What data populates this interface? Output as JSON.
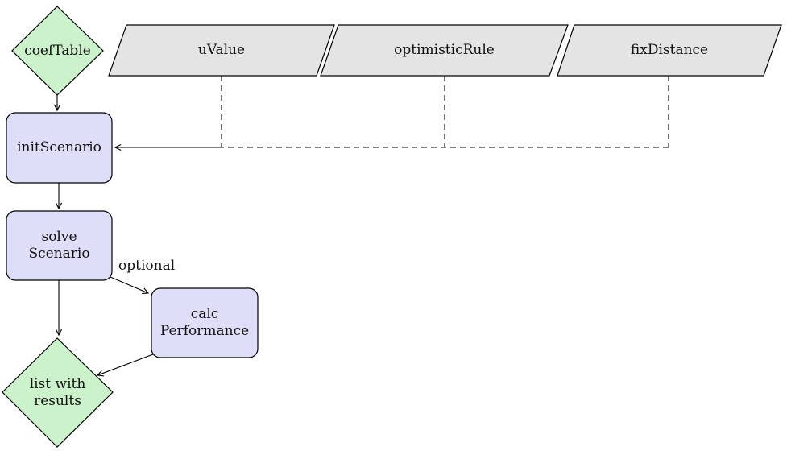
{
  "diagram": {
    "type": "flowchart",
    "colors": {
      "data_fill": "#ccf2cc",
      "process_fill": "#dedef8",
      "input_fill": "#e4e4e4",
      "line": "#000000",
      "background": "#ffffff"
    },
    "nodes": {
      "coef_table": {
        "shape": "diamond",
        "label": "coefTable"
      },
      "u_value": {
        "shape": "parallelogram",
        "label": "uValue"
      },
      "optimistic_rule": {
        "shape": "parallelogram",
        "label": "optimisticRule"
      },
      "fix_distance": {
        "shape": "parallelogram",
        "label": "fixDistance"
      },
      "init_scenario": {
        "shape": "rounded-rect",
        "label": "initScenario"
      },
      "solve_scenario": {
        "shape": "rounded-rect",
        "lines": [
          "solve",
          "Scenario"
        ]
      },
      "calc_performance": {
        "shape": "rounded-rect",
        "lines": [
          "calc",
          "Performance"
        ]
      },
      "results": {
        "shape": "diamond",
        "lines": [
          "list with",
          "results"
        ]
      }
    },
    "edge_labels": {
      "optional": "optional"
    },
    "edges": [
      {
        "from": "coefTable",
        "to": "initScenario",
        "style": "solid-arrow"
      },
      {
        "from": "uValue",
        "to": "initScenario",
        "style": "dashed"
      },
      {
        "from": "optimisticRule",
        "to": "initScenario",
        "style": "dashed"
      },
      {
        "from": "fixDistance",
        "to": "initScenario",
        "style": "dashed"
      },
      {
        "from": "initScenario",
        "to": "solveScenario",
        "style": "solid-arrow"
      },
      {
        "from": "solveScenario",
        "to": "listWithResults",
        "style": "solid-arrow"
      },
      {
        "from": "solveScenario",
        "to": "calcPerformance",
        "style": "solid-arrow",
        "label": "optional"
      },
      {
        "from": "calcPerformance",
        "to": "listWithResults",
        "style": "solid-arrow"
      }
    ]
  }
}
